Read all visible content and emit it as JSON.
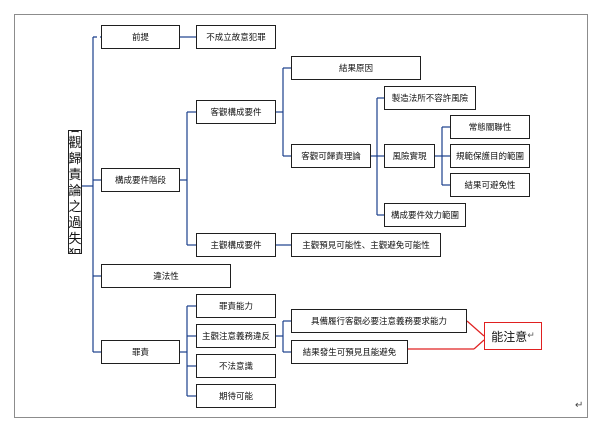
{
  "colors": {
    "box_border": "#1f1f1f",
    "connector": "#1a3f8c",
    "highlight": "#e02020",
    "frame": "#8c8c8c"
  },
  "root": {
    "chars": [
      "客",
      "觀",
      "歸",
      "責",
      "論",
      "之",
      "過",
      "失",
      "犯"
    ]
  },
  "nodes": {
    "premise": "前提",
    "premise_value": "不成立故意犯罪",
    "elements_stage": "構成要件階段",
    "objective_elements": "客觀構成要件",
    "result_cause": "結果原因",
    "objective_attribution": "客觀可歸責理論",
    "create_risk": "製造法所不容許風險",
    "risk_realization": "風險實現",
    "normal_causation": "常態關聯性",
    "norm_protection": "規範保護目的範圍",
    "avoidability": "結果可避免性",
    "scope_of_elements": "構成要件效力範圍",
    "subjective_elements": "主觀構成要件",
    "subjective_value": "主觀預見可能性、主觀避免可能性",
    "illegality": "違法性",
    "culpability": "罪責",
    "capacity": "罪責能力",
    "subjective_duty_breach": "主觀注意義務違反",
    "duty_ability": "具備履行客觀必要注意義務要求能力",
    "foreseeable": "結果發生可預見且能避免",
    "unaware": "不法意識",
    "expectability": "期待可能",
    "can_notice": "能注意"
  },
  "marks": {
    "return": "↵"
  }
}
